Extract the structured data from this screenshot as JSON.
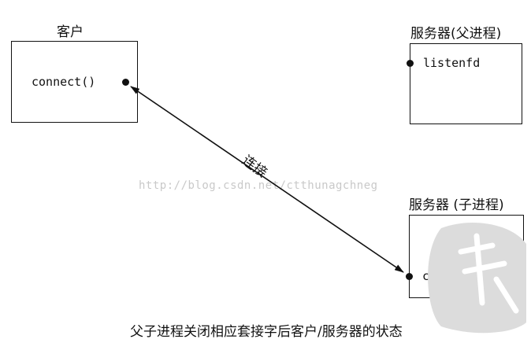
{
  "client": {
    "title": "客户",
    "call": "connect()"
  },
  "server_parent": {
    "title": "服务器(父进程)",
    "socket": "listenfd"
  },
  "server_child": {
    "title": "服务器 (子进程)",
    "socket": "connfd"
  },
  "connection": {
    "label": "连接"
  },
  "watermark": {
    "text": "http://blog.csdn.net/ctthunagchneg"
  },
  "caption": "父子进程关闭相应套接字后客户/服务器的状态",
  "colors": {
    "ink": "#111111",
    "watermark": "#c9c9c9",
    "logo_gray": "#d4d4d4"
  }
}
